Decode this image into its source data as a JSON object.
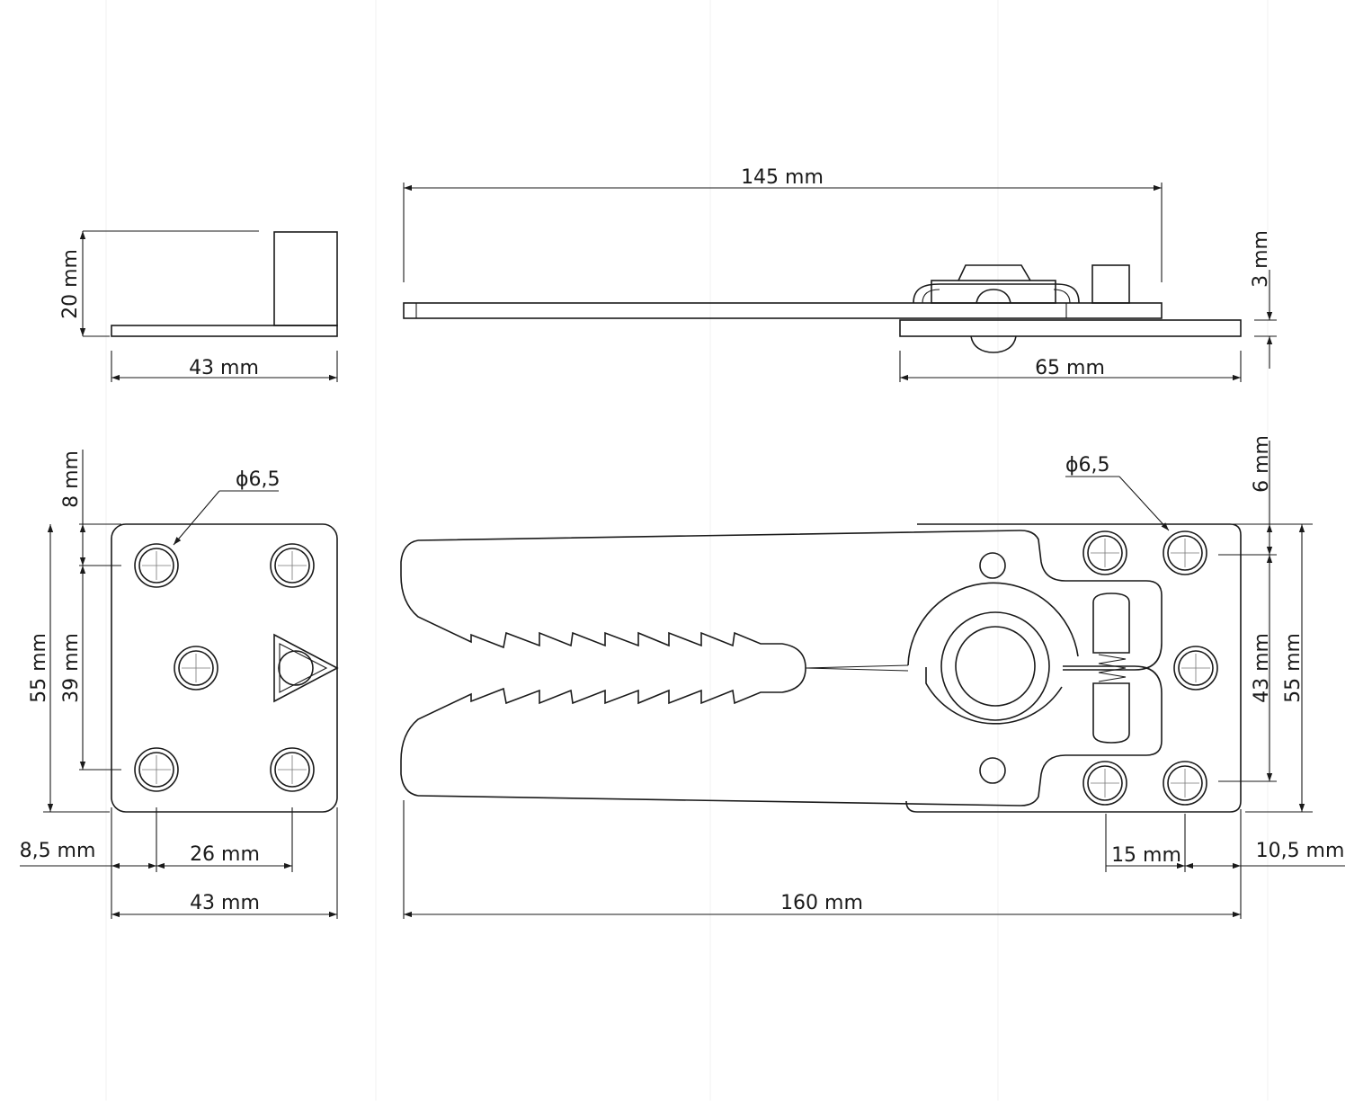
{
  "drawing": {
    "line_color": "#1a1a1a",
    "background": "#ffffff"
  },
  "dims": {
    "top_plate_length": "145 mm",
    "side_height": "20 mm",
    "side_width": "43 mm",
    "side_thickness": "3 mm",
    "bottom_plate_length": "65 mm",
    "top_margin_left": "8 mm",
    "hole_dia_left": "ϕ6,5",
    "hole_dia_right": "ϕ6,5",
    "top_margin_right": "6 mm",
    "height_left_outer": "55 mm",
    "hole_span_left": "39 mm",
    "hole_span_right": "43 mm",
    "height_right_outer": "55 mm",
    "left_edge_offset": "8,5 mm",
    "hole_pitch_left": "26 mm",
    "plate_width_left": "43 mm",
    "hole_pitch_right": "15 mm",
    "right_edge_offset": "10,5 mm",
    "total_length": "160 mm"
  }
}
